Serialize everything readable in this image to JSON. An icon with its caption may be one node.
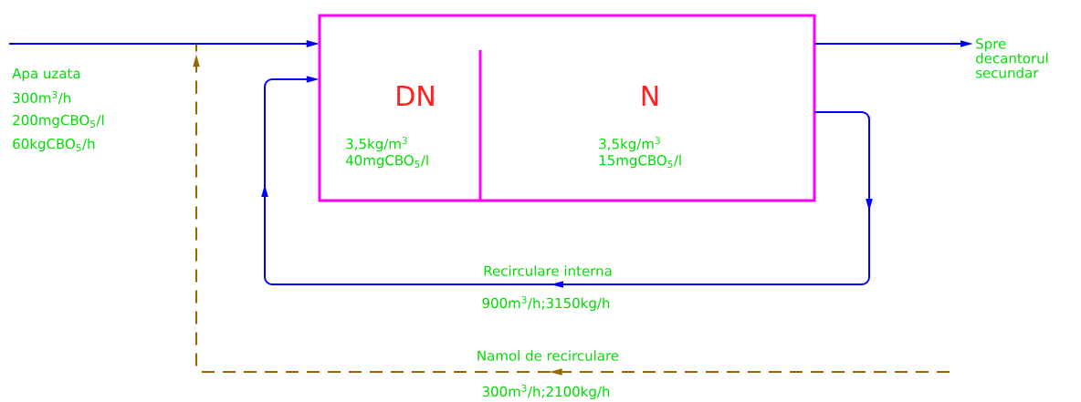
{
  "diagram": {
    "nodes": [
      {
        "text": [
          "DN",
          "3,5kg/m$^{3}$ 40mgCBO$_{5}$/l"
        ]
      },
      {
        "text": [
          "N",
          "3,5kg/m$^{3}$ 15mgCBO$_{5}$/l"
        ]
      },
      {
        "text": [
          "Spre decantorul secundar"
        ]
      }
    ],
    "edges": [
      {
        "from": null,
        "to": 0,
        "arrow": "to"
      },
      {
        "from": 1,
        "to": 2,
        "arrow": "to"
      },
      {
        "from": 1,
        "to": 0,
        "arrow": "to",
        "label": "Recirculare interna"
      },
      {
        "from": null,
        "to": 0,
        "arrow": "to",
        "label": "Namol de recirculare",
        "style": "dashed",
        "color": "#996600"
      }
    ],
    "labels": [
      "Apa uzata",
      "300m$^{3}$/h",
      "200mgCBO$_{5}$/l",
      "60kgCBO$_{5}$/h",
      "900m$^{3}$/h;3150kg/h",
      "300m$^{3}$/h;2100kg/h"
    ]
  }
}
